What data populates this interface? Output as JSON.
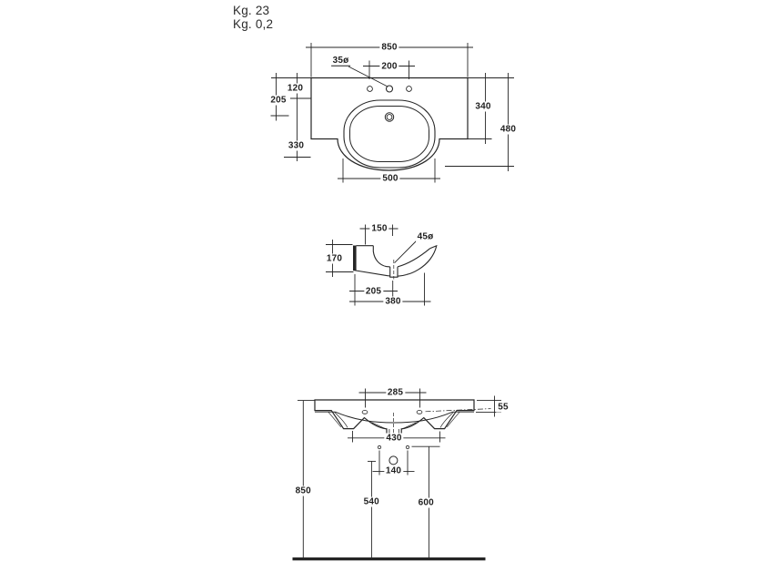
{
  "title_block": {
    "weight_primary": "Kg. 23",
    "weight_secondary": "Kg. 0,2"
  },
  "dimensions": {
    "top_view": {
      "overall_width": "850",
      "faucet_hole_diameter": "35ø",
      "faucet_hole_spacing": "200",
      "back_edge_to_holes": "120",
      "back_edge_to_drain": "205",
      "holes_to_bowl_front": "330",
      "counter_depth": "340",
      "overall_depth": "480",
      "bowl_width": "500"
    },
    "side_view": {
      "back_to_overflow": "150",
      "drain_diameter": "45ø",
      "body_height": "170",
      "back_to_drain_center": "205",
      "overall_depth": "380"
    },
    "front_view": {
      "tap_hole_spacing": "285",
      "rim_height": "55",
      "bowl_base_width": "430",
      "fixing_hole_spacing": "140",
      "rim_height_from_floor": "850",
      "trap_height": "540",
      "fixing_holes_height": "600"
    }
  }
}
